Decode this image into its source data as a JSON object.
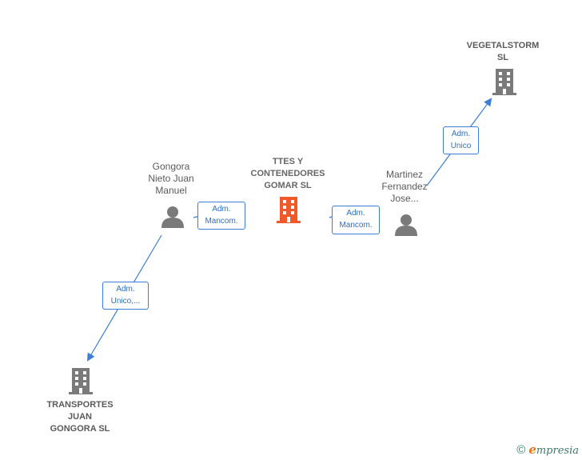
{
  "nodes": {
    "vegetalstorm": {
      "label": [
        "VEGETALSTORM",
        "SL"
      ],
      "type": "company",
      "icon": "building-icon"
    },
    "main_company": {
      "label": [
        "TTES Y",
        "CONTENEDORES",
        "GOMAR  SL"
      ],
      "type": "company",
      "icon": "building-icon",
      "color": "#f0592a"
    },
    "gongora": {
      "label": [
        "Gongora",
        "Nieto Juan",
        "Manuel"
      ],
      "type": "person",
      "icon": "person-icon"
    },
    "martinez": {
      "label": [
        "Martinez",
        "Fernandez",
        "Jose..."
      ],
      "type": "person",
      "icon": "person-icon"
    },
    "transportes": {
      "label": [
        "TRANSPORTES",
        "JUAN",
        "GONGORA  SL"
      ],
      "type": "company",
      "icon": "building-icon"
    }
  },
  "edges": {
    "gongora_main": [
      "Adm.",
      "Mancom."
    ],
    "martinez_main": [
      "Adm.",
      "Mancom."
    ],
    "martinez_vegetalstorm": [
      "Adm.",
      "Unico"
    ],
    "gongora_transportes": [
      "Adm.",
      "Unico,..."
    ]
  },
  "colors": {
    "accent": "#3b7dd8",
    "node_gray": "#7a7a7a",
    "main": "#f0592a"
  },
  "footer": {
    "copyright": "©",
    "brand_initial": "e",
    "brand_rest": "mpresia"
  }
}
